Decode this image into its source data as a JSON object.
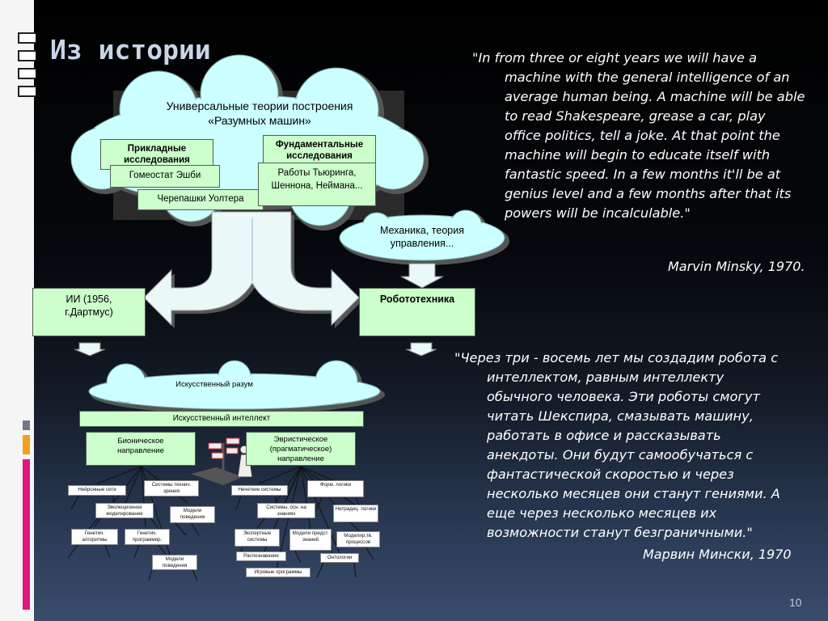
{
  "slide": {
    "title": "Из истории",
    "number": "10"
  },
  "diagram": {
    "cloud_title": "Универсальные теории построения «Разумных машин»",
    "applied_research": "Прикладные исследования",
    "homeostat": "Гомеостат Эшби",
    "turtles": "Черепашки Уолтера",
    "fundamental_research": "Фундаментальные исследования",
    "works": "Работы Тьюринга, Шеннона, Неймана...",
    "mechanics_cloud": "Механика, теория управления...",
    "ai_box": "ИИ (1956, г.Дартмус)",
    "robotics_box": "Робототехника",
    "ai_cloud_label": "Искусственный разум",
    "ai_bar": "Искусственный интеллект",
    "bionic": "Бионическое направление",
    "heuristic": "Эвристическое (прагматическое) направление",
    "leaves": {
      "neural": "Нейронные сети",
      "evolution": "Эволюционное моделирование",
      "behavior_models": "Модели поведения",
      "genetic_algs": "Генетич. алгоритмы",
      "genetic_prog": "Генетич. программир.",
      "behavior_models2": "Модели поведения",
      "vision": "Системы технич. зрения",
      "fuzzy": "Нечеткие системы",
      "formal_logic": "Форм. логики",
      "kb_systems": "Системы, осн. на знаниях",
      "nontrad_logic": "Нетрадиц. логики",
      "expert": "Экспертные системы",
      "knowledge_models": "Модели предст. знаний",
      "process_models": "Моделир.тв. процессов",
      "recognition": "Распознавание",
      "ontologies": "Онтологии",
      "games": "Игровые программы"
    }
  },
  "quote_en": {
    "text": "\"In from three or eight years we will have a machine with the general intelligence of an average human being. A machine will be able to read Shakespeare, grease a car, play office politics, tell a joke. At that point the machine will begin to educate itself with fantastic speed. In a few months it'll be at genius level and a few months after that its powers will be incalculable.\"",
    "author": "Marvin Minsky, 1970."
  },
  "quote_ru": {
    "text": "\"Через три - восемь лет мы создадим робота с интеллектом, равным интеллекту обычного человека. Эти роботы смогут читать Шекспира, смазывать машину, работать в офисе и рассказывать анекдоты. Они будут самообучаться с фантастической скоростью и через несколько месяцев они станут гениями. А еще через несколько месяцев их возможности станут безграничными.\"",
    "author": "Марвин Мински, 1970"
  },
  "colors": {
    "box_fill": "#ccffcc",
    "cloud_fill": "#ccffff",
    "trunk_fill": "#e8f6f6",
    "bar_magenta": "#e0187a",
    "bar_orange": "#f4a01a",
    "bar_gray": "#707888"
  }
}
